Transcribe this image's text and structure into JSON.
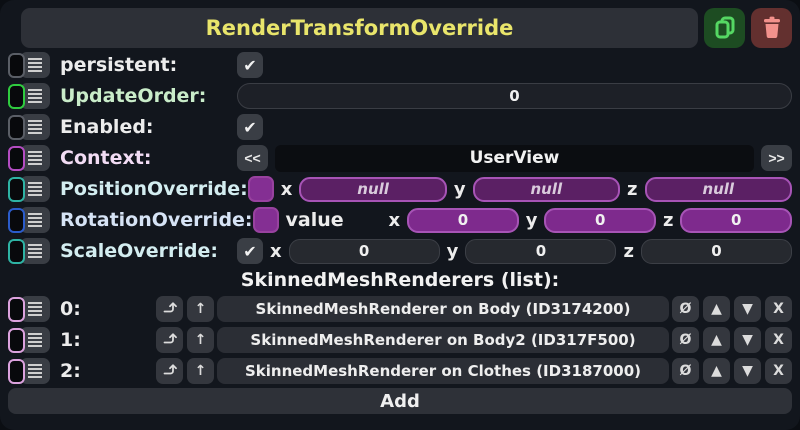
{
  "header": {
    "title": "RenderTransformOverride",
    "duplicate_icon": "copy-icon",
    "delete_icon": "trash-icon"
  },
  "colors": {
    "title_text": "#e9e56b",
    "duplicate_icon": "#55d763",
    "duplicate_bg": "#1d4c22",
    "delete_icon": "#f2918c",
    "delete_bg": "#63302f",
    "purple_field": "#7e2a8d",
    "null_field": "#5b2064",
    "purple_border": "#a754b6"
  },
  "fields": {
    "persistent": {
      "label": "persistent:",
      "checked": "✔",
      "badge_style": "border-color:#5a5e66"
    },
    "update_order": {
      "label": "UpdateOrder:",
      "value": "0",
      "badge_style": "border-color:#2fcc3f"
    },
    "enabled": {
      "label": "Enabled:",
      "checked": "✔",
      "badge_style": "border-color:#5a5e66"
    },
    "context": {
      "label": "Context:",
      "prev": "<<",
      "value": "UserView",
      "next": ">>",
      "badge_style": "border-color:#b44cc2"
    },
    "position_override": {
      "label": "PositionOverride:",
      "x_label": "x",
      "y_label": "y",
      "z_label": "z",
      "x": "null",
      "y": "null",
      "z": "null",
      "badge_style": "border-color:#2eb3a4"
    },
    "rotation_override": {
      "label": "RotationOverride:",
      "value_label": "value",
      "x_label": "x",
      "y_label": "y",
      "z_label": "z",
      "x": "0",
      "y": "0",
      "z": "0",
      "badge_style": "border-color:#2b5ccb"
    },
    "scale_override": {
      "label": "ScaleOverride:",
      "checked": "✔",
      "x_label": "x",
      "y_label": "y",
      "z_label": "z",
      "x": "0",
      "y": "0",
      "z": "0",
      "badge_style": "border-color:#2eb3a4"
    }
  },
  "list": {
    "header": "SkinnedMeshRenderers (list):",
    "badge_style": "border-color:#dca2de",
    "buttons": {
      "up": "↑",
      "null": "Ø",
      "move_up": "▲",
      "move_down": "▼",
      "remove": "X"
    },
    "items": [
      {
        "index": "0:",
        "value": "SkinnedMeshRenderer on Body (ID3174200)"
      },
      {
        "index": "1:",
        "value": "SkinnedMeshRenderer on Body2 (ID317F500)"
      },
      {
        "index": "2:",
        "value": "SkinnedMeshRenderer on Clothes (ID3187000)"
      }
    ],
    "add_label": "Add"
  }
}
